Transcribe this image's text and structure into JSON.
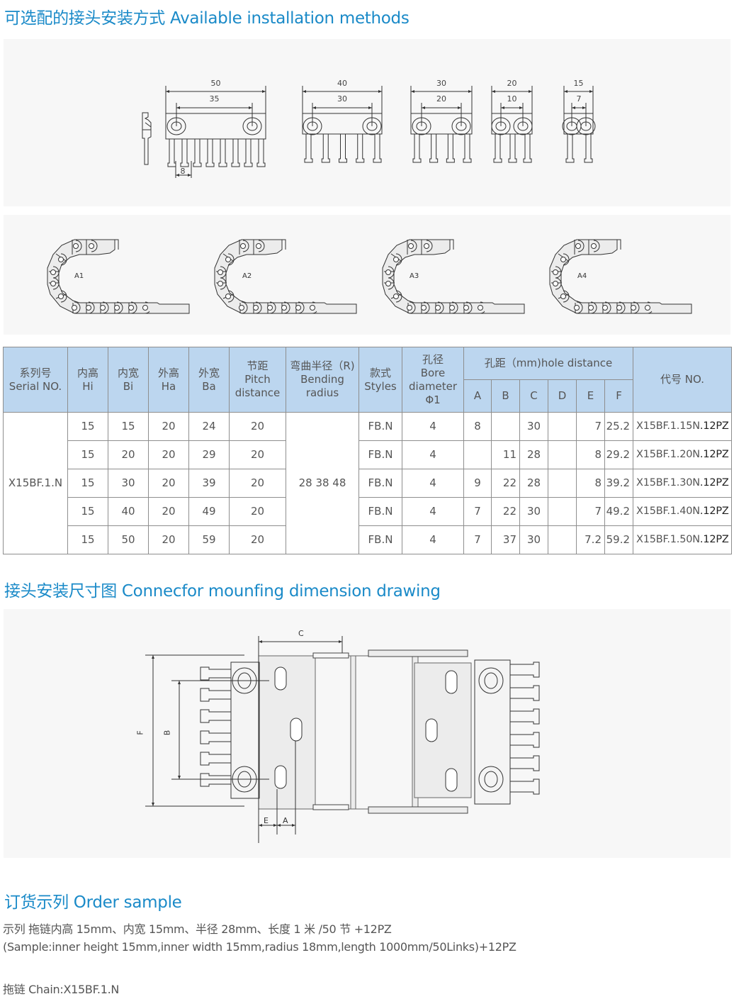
{
  "sections": {
    "installation": {
      "title": "可选配的接头安装方式 Available installation methods"
    },
    "dimension": {
      "title": "接头安装尺寸图 Connecfor mounfing dimension drawing"
    },
    "order": {
      "title": "订货示列 Order sample"
    }
  },
  "connector_drawings": {
    "side_view_pitch_label": "8",
    "variants": [
      {
        "outer": "50",
        "inner": "35"
      },
      {
        "outer": "40",
        "inner": "30"
      },
      {
        "outer": "30",
        "inner": "20"
      },
      {
        "outer": "20",
        "inner": "10"
      },
      {
        "outer": "15",
        "inner": "7"
      }
    ]
  },
  "chain_methods": [
    {
      "label": "A1"
    },
    {
      "label": "A2"
    },
    {
      "label": "A3"
    },
    {
      "label": "A4"
    }
  ],
  "table": {
    "headers": {
      "serial": [
        "系列号",
        "Serial NO."
      ],
      "hi": [
        "内高",
        "Hi"
      ],
      "bi": [
        "内宽",
        "Bi"
      ],
      "ha": [
        "外高",
        "Ha"
      ],
      "ba": [
        "外宽",
        "Ba"
      ],
      "pitch": [
        "节距",
        "Pitch",
        "distance"
      ],
      "radius": [
        "弯曲半径（R)",
        "Bending",
        "radius"
      ],
      "styles": [
        "款式",
        "Styles"
      ],
      "bore": [
        "孔径",
        "Bore",
        "diameter",
        "Φ1"
      ],
      "hole_distance": "孔距（mm)hole distance",
      "hole_cols": [
        "A",
        "B",
        "C",
        "D",
        "E",
        "F"
      ],
      "code": "代号  NO."
    },
    "serial": "X15BF.1.N",
    "radius": "28 38 48",
    "rows": [
      {
        "hi": "15",
        "bi": "15",
        "ha": "20",
        "ba": "24",
        "pitch": "20",
        "style": "FB.N",
        "bore": "4",
        "A": "8",
        "B": "",
        "C": "30",
        "D": "",
        "E": "7",
        "F": "25.2",
        "code_prefix": "X15BF.1.15N",
        "code_suffix": ".12PZ"
      },
      {
        "hi": "15",
        "bi": "20",
        "ha": "20",
        "ba": "29",
        "pitch": "20",
        "style": "FB.N",
        "bore": "4",
        "A": "",
        "B": "11",
        "C": "28",
        "D": "",
        "E": "8",
        "F": "29.2",
        "code_prefix": "X15BF.1.20N",
        "code_suffix": ".12PZ"
      },
      {
        "hi": "15",
        "bi": "30",
        "ha": "20",
        "ba": "39",
        "pitch": "20",
        "style": "FB.N",
        "bore": "4",
        "A": "9",
        "B": "22",
        "C": "28",
        "D": "",
        "E": "8",
        "F": "39.2",
        "code_prefix": "X15BF.1.30N",
        "code_suffix": ".12PZ"
      },
      {
        "hi": "15",
        "bi": "40",
        "ha": "20",
        "ba": "49",
        "pitch": "20",
        "style": "FB.N",
        "bore": "4",
        "A": "7",
        "B": "22",
        "C": "30",
        "D": "",
        "E": "7",
        "F": "49.2",
        "code_prefix": "X15BF.1.40N",
        "code_suffix": ".12PZ"
      },
      {
        "hi": "15",
        "bi": "50",
        "ha": "20",
        "ba": "59",
        "pitch": "20",
        "style": "FB.N",
        "bore": "4",
        "A": "7",
        "B": "37",
        "C": "30",
        "D": "",
        "E": "7.2",
        "F": "59.2",
        "code_prefix": "X15BF.1.50N",
        "code_suffix": ".12PZ"
      }
    ]
  },
  "dimension_drawing": {
    "labels": {
      "C": "C",
      "F": "F",
      "B": "B",
      "E": "E",
      "A": "A"
    }
  },
  "order_sample": {
    "line_cn": "示列 拖链内高 15mm、内宽 15mm、半径 28mm、长度 1 米 /50 节 +12PZ",
    "line_en": "(Sample:inner height 15mm,inner width 15mm,radius 18mm,length 1000mm/50Links)+12PZ",
    "chain_line": "拖链 Chain:X15BF.1.N"
  }
}
